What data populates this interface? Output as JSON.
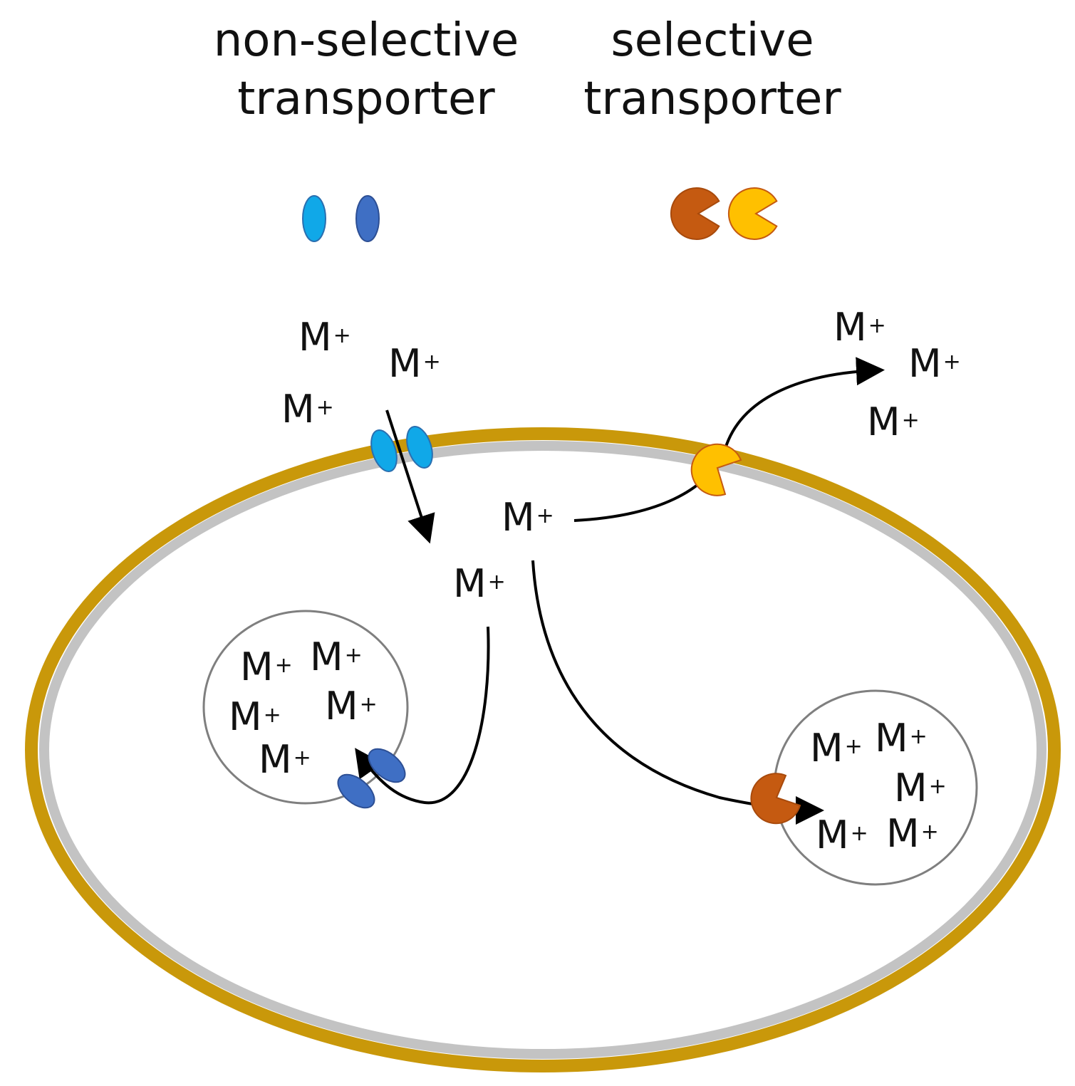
{
  "legend": {
    "non_selective": {
      "line1": "non-selective",
      "line2": "transporter"
    },
    "selective": {
      "line1": "selective",
      "line2": "transporter"
    }
  },
  "ion": {
    "symbol": "M",
    "charge": "+"
  },
  "colors": {
    "cell_wall": "#c9980a",
    "membrane": "#c3c3c3",
    "nonselective_light": "#10a8e8",
    "nonselective_dark": "#3f6fc4",
    "selective_dark": "#c55a11",
    "selective_light": "#ffc000",
    "vacuole_outline": "#7f7f7f",
    "arrow": "#000000"
  },
  "icons": [
    "ellipse-transporter-icon",
    "pacman-transporter-icon",
    "arrow-icon"
  ]
}
